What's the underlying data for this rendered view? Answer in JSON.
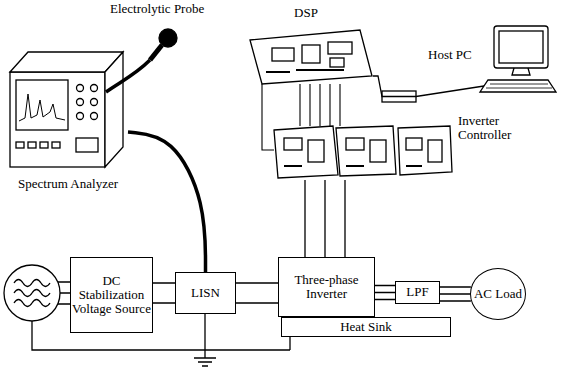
{
  "diagram": {
    "nodes": [
      {
        "text": [
          "Spectrum Analyzer"
        ]
      },
      {
        "text": [
          "DSP"
        ]
      },
      {
        "text": [
          "Host PC"
        ]
      },
      {
        "text": [
          "Inverter Controller"
        ]
      },
      {
        "text": [
          "DC Stabilization Voltage Source"
        ]
      },
      {
        "text": [
          "LISN"
        ]
      },
      {
        "text": [
          "Three-phase Inverter"
        ]
      },
      {
        "text": [
          "LPF"
        ]
      },
      {
        "text": [
          "AC Load"
        ]
      },
      {
        "text": [
          "Heat Sink"
        ]
      }
    ],
    "edges": [
      {
        "from": 4,
        "to": 5,
        "arrow": "none"
      },
      {
        "from": 5,
        "to": 6,
        "arrow": "none"
      },
      {
        "from": 6,
        "to": 7,
        "arrow": "none"
      },
      {
        "from": 7,
        "to": 8,
        "arrow": "none"
      },
      {
        "from": 0,
        "to": 5,
        "arrow": "none"
      },
      {
        "from": 1,
        "to": 2,
        "arrow": "none"
      },
      {
        "from": 1,
        "to": 3,
        "arrow": "none"
      },
      {
        "from": 3,
        "to": 6,
        "arrow": "none"
      }
    ],
    "labels": [
      "Electrolytic Probe"
    ]
  }
}
